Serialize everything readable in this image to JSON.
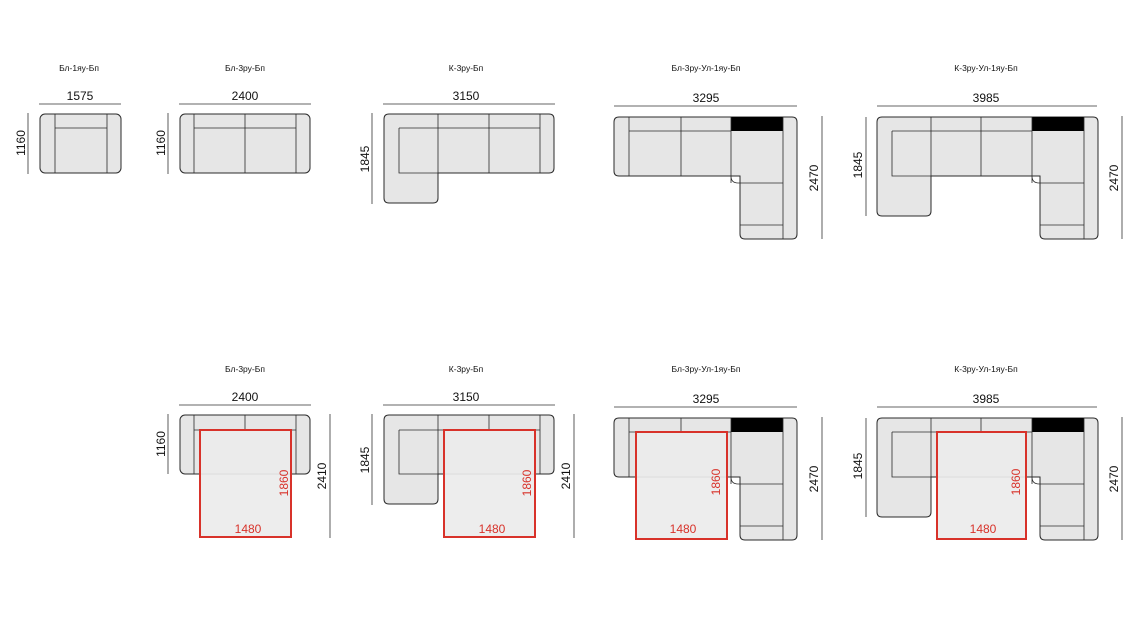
{
  "colors": {
    "sofa_fill": "#e6e6e6",
    "outline": "#2b2b2b",
    "sleeping_area": "#d8322a",
    "accent_block": "#000000"
  },
  "top_row": [
    {
      "label": "Бл-1яу-Бп",
      "width": "1575",
      "depth": "1160"
    },
    {
      "label": "Бл-3ру-Бп",
      "width": "2400",
      "depth": "1160"
    },
    {
      "label": "К-3ру-Бп",
      "width": "3150",
      "depth": "1845"
    },
    {
      "label": "Бл-3ру-Ул-1яу-Бп",
      "width": "3295",
      "depth": "2470"
    },
    {
      "label": "К-3ру-Ул-1яу-Бп",
      "width": "3985",
      "depth_left": "1845",
      "depth_right": "2470"
    }
  ],
  "bottom_row": [
    {
      "label": "Бл-3ру-Бп",
      "width": "2400",
      "depth": "1160",
      "unfolded_depth": "2410",
      "bed_length": "1860",
      "bed_width": "1480"
    },
    {
      "label": "К-3ру-Бп",
      "width": "3150",
      "depth": "1845",
      "unfolded_depth": "2410",
      "bed_length": "1860",
      "bed_width": "1480"
    },
    {
      "label": "Бл-3ру-Ул-1яу-Бп",
      "width": "3295",
      "depth": "2470",
      "bed_length": "1860",
      "bed_width": "1480"
    },
    {
      "label": "К-3ру-Ул-1яу-Бп",
      "width": "3985",
      "depth_left": "1845",
      "depth_right": "2470",
      "bed_length": "1860",
      "bed_width": "1480"
    }
  ]
}
